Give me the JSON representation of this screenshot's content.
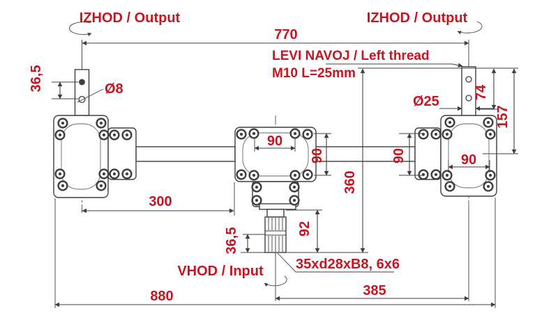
{
  "drawing": {
    "type": "technical-drawing",
    "subject": "three-gearbox PTO drive assembly, front view with dimensions",
    "colors": {
      "line": "#3f3f3f",
      "accent": "#c81420",
      "background": "#ffffff"
    },
    "labels": {
      "output_left": "IZHOD / Output",
      "output_right": "IZHOD / Output",
      "input": "VHOD / Input",
      "thread_note_line1": "LEVI NAVOJ / Left thread",
      "thread_note_line2": "M10 L=25mm",
      "spline_note": "35xd28xB8, 6x6"
    },
    "dimensions": {
      "overall_length": "880",
      "output_center_distance": "770",
      "input_to_right_output": "385",
      "left_gearbox_to_mid_housing": "300",
      "overall_height": "360",
      "right_output_total_height": "157",
      "right_output_exposed": "74",
      "input_shaft_length": "92",
      "input_spline_length": "36,5",
      "left_hole_spacing": "36,5",
      "left_hole_diameter": "Ø8",
      "right_shaft_diameter": "Ø25",
      "mid_bolt_spacing_h": "90",
      "mid_bolt_spacing_v": "90",
      "right_bolt_spacing_v": "90",
      "right_bolt_spacing_h": "90"
    }
  }
}
